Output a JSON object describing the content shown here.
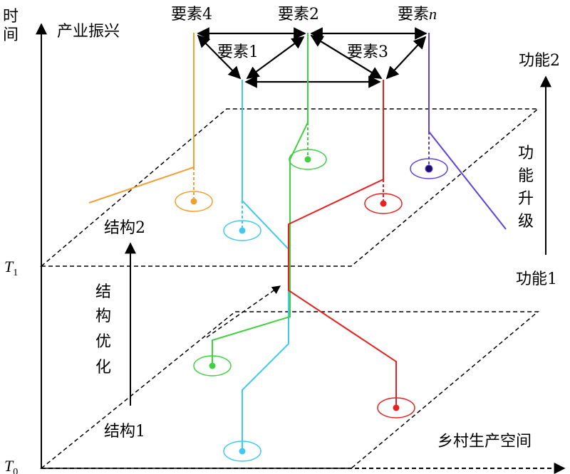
{
  "axes": {
    "y_label_chars": [
      "时",
      "间"
    ],
    "t1": {
      "base": "T",
      "sub": "1"
    },
    "t0": {
      "base": "T",
      "sub": "0"
    }
  },
  "labels": {
    "industry": "产业振兴",
    "element_4": "要素4",
    "element_2": "要素2",
    "element_n_prefix": "要素",
    "element_n_var": "n",
    "element_1": "要素1",
    "element_3": "要素3",
    "function_2": "功能2",
    "function_upgrade_chars": [
      "功",
      "能",
      "升",
      "级"
    ],
    "function_1": "功能1",
    "structure_2": "结构2",
    "structure_opt_chars": [
      "结",
      "构",
      "优",
      "化"
    ],
    "structure_1": "结构1",
    "rural_space": "乡村生产空间"
  },
  "colors": {
    "element_4": "#F0A030",
    "element_1": "#40C8F0",
    "element_2": "#40D040",
    "element_3": "#E82020",
    "element_n": "#6040E0",
    "arrows": "#000000",
    "planes": "#000000"
  }
}
